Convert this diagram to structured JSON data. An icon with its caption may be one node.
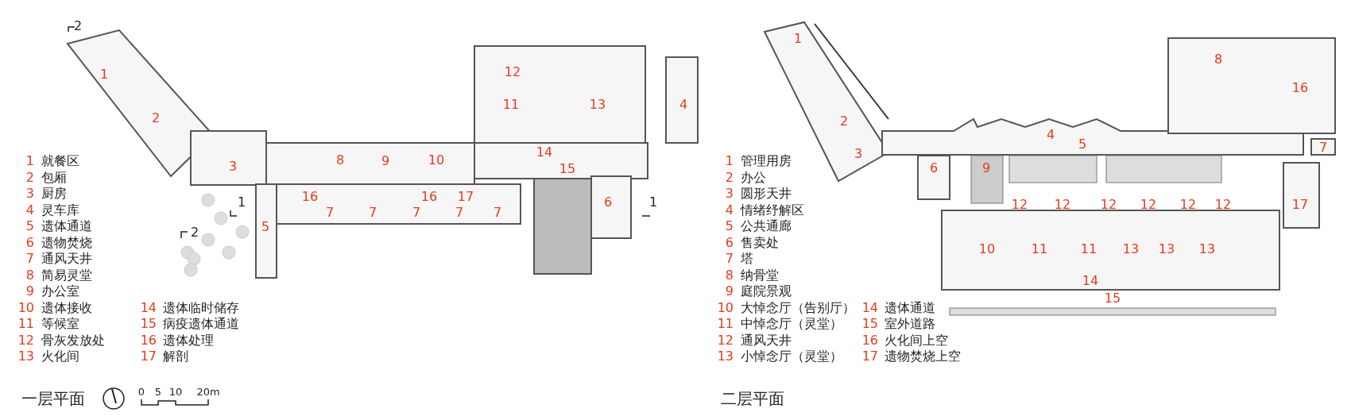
{
  "diagram": {
    "labels": [
      "1",
      "2",
      "3",
      "4",
      "8",
      "9",
      "10",
      "12",
      "11",
      "13",
      "14",
      "15",
      "16",
      "16",
      "17",
      "6",
      "7",
      "7",
      "7",
      "7",
      "7",
      "5",
      "2",
      "1",
      "1",
      "2",
      "1",
      "就餐区",
      "2",
      "包厢",
      "3",
      "厨房",
      "4",
      "灵车库",
      "5",
      "遗体通道",
      "6",
      "遗物焚烧",
      "7",
      "通风天井",
      "8",
      "简易灵堂",
      "9",
      "办公室",
      "10",
      "遗体接收",
      "11",
      "等候室",
      "12",
      "骨灰发放处",
      "13",
      "火化间",
      "14",
      "遗体临时储存",
      "15",
      "病疫遗体通道",
      "16",
      "遗体处理",
      "17",
      "解剖",
      "一层平面",
      "0",
      "5",
      "10",
      "20m",
      "1",
      "8",
      "16",
      "2",
      "4",
      "5",
      "7",
      "3",
      "6",
      "9",
      "12",
      "12",
      "12",
      "12",
      "12",
      "12",
      "17",
      "10",
      "11",
      "11",
      "13",
      "13",
      "13",
      "14",
      "15",
      "1",
      "管理用房",
      "2",
      "办公",
      "3",
      "圆形天井",
      "4",
      "情绪纾解区",
      "5",
      "公共通廊",
      "6",
      "售卖处",
      "7",
      "塔",
      "8",
      "纳骨堂",
      "9",
      "庭院景观",
      "10",
      "大悼念厅（告别厅）",
      "11",
      "中悼念厅（灵堂）",
      "12",
      "通风天井",
      "13",
      "小悼念厅（灵堂）",
      "14",
      "遗体通道",
      "15",
      "室外道路",
      "16",
      "火化间上空",
      "17",
      "遗物焚烧上空",
      "二层平面"
    ]
  }
}
